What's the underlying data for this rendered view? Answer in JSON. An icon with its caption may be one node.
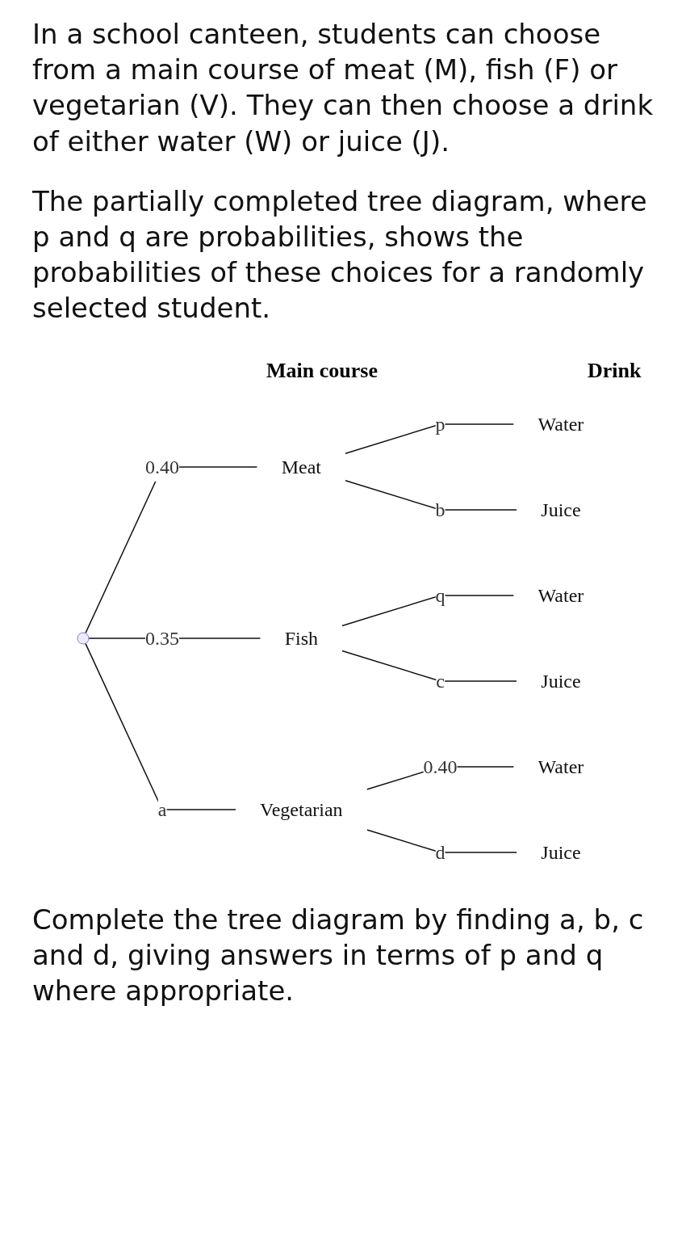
{
  "diagram": {
    "nodes": [
      {
        "text": [],
        "shape": "point"
      },
      {
        "text": [
          "Meat"
        ]
      },
      {
        "text": [
          "Fish"
        ]
      },
      {
        "text": [
          "Vegetarian"
        ]
      },
      {
        "text": [
          "Water"
        ]
      },
      {
        "text": [
          "Juice"
        ]
      },
      {
        "text": [
          "Water"
        ]
      },
      {
        "text": [
          "Juice"
        ]
      },
      {
        "text": [
          "Water"
        ]
      },
      {
        "text": [
          "Juice"
        ]
      }
    ],
    "edges": [
      {
        "from": 0,
        "to": 1,
        "arrow": "none",
        "label": "0.40"
      },
      {
        "from": 0,
        "to": 2,
        "arrow": "none",
        "label": "0.35"
      },
      {
        "from": 0,
        "to": 3,
        "arrow": "none",
        "label": "a"
      },
      {
        "from": 1,
        "to": 4,
        "arrow": "none",
        "label": "p"
      },
      {
        "from": 1,
        "to": 5,
        "arrow": "none",
        "label": "b"
      },
      {
        "from": 2,
        "to": 6,
        "arrow": "none",
        "label": "q"
      },
      {
        "from": 2,
        "to": 7,
        "arrow": "none",
        "label": "c"
      },
      {
        "from": 3,
        "to": 8,
        "arrow": "none",
        "label": "0.40"
      },
      {
        "from": 3,
        "to": 9,
        "arrow": "none",
        "label": "d"
      }
    ],
    "labels": [
      "In a school canteen, students can choose from a main course of meat (M), fish (F) or vegetarian (V). They can then choose a drink of either water (W) or juice (J).",
      "The partially completed tree diagram, where p and q are probabilities, shows the probabilities of these choices for a randomly selected student.",
      "Main course",
      "Drink",
      "Complete the tree diagram by finding a, b, c and d, giving answers in terms of p and q where appropriate."
    ]
  }
}
